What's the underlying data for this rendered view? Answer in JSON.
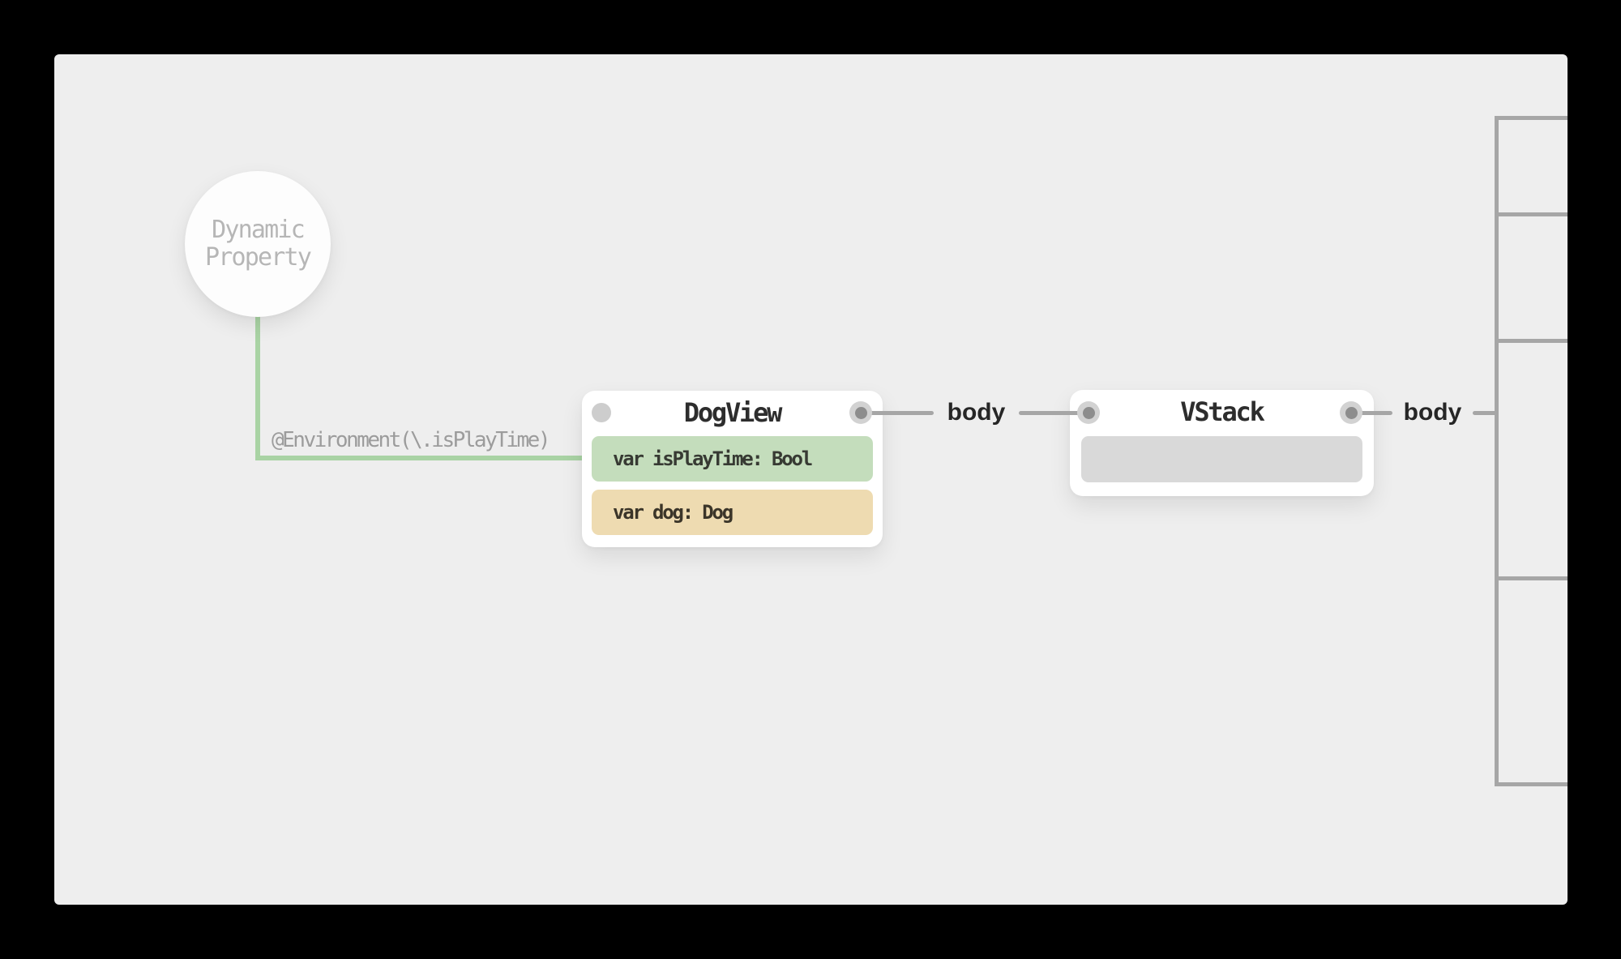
{
  "colors": {
    "page_background": "#000000",
    "canvas_background": "#eeeeee",
    "card_background": "#ffffff",
    "environment_row_green": "#c4ddbc",
    "observed_row_tan": "#eedbb1",
    "placeholder_gray": "#d9d9d9",
    "connector_gray": "#a6a6a6",
    "environment_edge_green": "#a9d3a4",
    "annotation_text_gray": "#9c9c9c",
    "circle_text_gray": "#b6b6b6",
    "title_text": "#2d2d2d"
  },
  "diagram": {
    "dynamic_property": {
      "line1": "Dynamic",
      "line2": "Property"
    },
    "environment_annotation": "@Environment(\\.isPlayTime)",
    "dogview": {
      "title": "DogView",
      "rows": [
        {
          "text": "var isPlayTime: Bool",
          "kind": "environment"
        },
        {
          "text": "var dog: Dog",
          "kind": "observed"
        }
      ]
    },
    "vstack": {
      "title": "VStack"
    },
    "edges": [
      {
        "from": "DogView",
        "to": "VStack",
        "label": "body"
      },
      {
        "from": "VStack",
        "to": "offscreen-node",
        "label": "body"
      }
    ]
  }
}
